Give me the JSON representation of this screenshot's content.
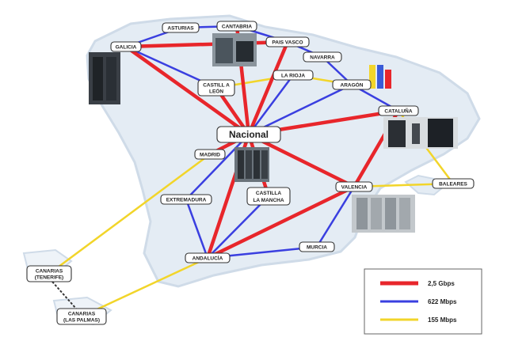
{
  "colors": {
    "sea": "#ffffff",
    "land": "#e4ecf4",
    "coast": "#cfdbe8",
    "gbps": "#e8262b",
    "mbps622": "#3a3fe0",
    "mbps155": "#f2d52a"
  },
  "nodes": {
    "nacional": "Nacional",
    "galicia": "GALICIA",
    "asturias": "ASTURIAS",
    "cantabria": "CANTABRIA",
    "pais_vasco": "PAIS VASCO",
    "navarra": "NAVARRA",
    "la_rioja": "LA RIOJA",
    "aragon": "ARAGÓN",
    "cataluna": "CATALUÑA",
    "castilla_leon_1": "CASTILL A",
    "castilla_leon_2": "LEÓN",
    "madrid": "MADRID",
    "extremadura": "EXTREMADURA",
    "castilla_mancha_1": "CASTILLA",
    "castilla_mancha_2": "LA MANCHA",
    "valencia": "VALENCIA",
    "baleares": "BALEARES",
    "murcia": "MURCIA",
    "andalucia": "ANDALUCÍA",
    "canarias_tenerife_1": "CANARIAS",
    "canarias_tenerife_2": "(TENERIFE)",
    "canarias_palmas_1": "CANARIAS",
    "canarias_palmas_2": "(LAS PALMAS)"
  },
  "legend": {
    "items": [
      {
        "label": "2,5 Gbps",
        "color": "#e8262b"
      },
      {
        "label": "622 Mbps",
        "color": "#3a3fe0"
      },
      {
        "label": "155 Mbps",
        "color": "#f2d52a"
      }
    ]
  },
  "links": [
    {
      "from": "nacional",
      "to": "galicia",
      "speed": "gbps"
    },
    {
      "from": "nacional",
      "to": "cantabria",
      "speed": "gbps"
    },
    {
      "from": "nacional",
      "to": "pais_vasco",
      "speed": "gbps"
    },
    {
      "from": "nacional",
      "to": "castilla_leon",
      "speed": "gbps"
    },
    {
      "from": "nacional",
      "to": "cataluna",
      "speed": "gbps"
    },
    {
      "from": "nacional",
      "to": "valencia",
      "speed": "gbps"
    },
    {
      "from": "nacional",
      "to": "andalucia",
      "speed": "gbps"
    },
    {
      "from": "nacional",
      "to": "castilla_mancha",
      "speed": "gbps"
    },
    {
      "from": "nacional",
      "to": "madrid",
      "speed": "gbps"
    },
    {
      "from": "galicia",
      "to": "pais_vasco",
      "speed": "gbps"
    },
    {
      "from": "cataluna",
      "to": "valencia",
      "speed": "gbps"
    },
    {
      "from": "valencia",
      "to": "andalucia",
      "speed": "gbps"
    },
    {
      "from": "galicia",
      "to": "asturias",
      "speed": "mbps622"
    },
    {
      "from": "asturias",
      "to": "cantabria",
      "speed": "mbps622"
    },
    {
      "from": "cantabria",
      "to": "pais_vasco",
      "speed": "mbps622"
    },
    {
      "from": "pais_vasco",
      "to": "navarra",
      "speed": "mbps622"
    },
    {
      "from": "navarra",
      "to": "aragon",
      "speed": "mbps622"
    },
    {
      "from": "aragon",
      "to": "cataluna",
      "speed": "mbps622"
    },
    {
      "from": "galicia",
      "to": "castilla_leon",
      "speed": "mbps622"
    },
    {
      "from": "nacional",
      "to": "aragon",
      "speed": "mbps622"
    },
    {
      "from": "nacional",
      "to": "extremadura",
      "speed": "mbps622"
    },
    {
      "from": "extremadura",
      "to": "andalucia",
      "speed": "mbps622"
    },
    {
      "from": "castilla_mancha",
      "to": "andalucia",
      "speed": "mbps622"
    },
    {
      "from": "andalucia",
      "to": "murcia",
      "speed": "mbps622"
    },
    {
      "from": "murcia",
      "to": "valencia",
      "speed": "mbps622"
    },
    {
      "from": "nacional",
      "to": "la_rioja",
      "speed": "mbps622"
    },
    {
      "from": "castilla_leon",
      "to": "la_rioja",
      "speed": "mbps155"
    },
    {
      "from": "la_rioja",
      "to": "aragon",
      "speed": "mbps155"
    },
    {
      "from": "madrid",
      "to": "canarias_tenerife",
      "speed": "mbps155"
    },
    {
      "from": "andalucia",
      "to": "canarias_palmas",
      "speed": "mbps155"
    },
    {
      "from": "valencia",
      "to": "baleares",
      "speed": "mbps155"
    },
    {
      "from": "cataluna",
      "to": "baleares",
      "speed": "mbps155"
    }
  ]
}
